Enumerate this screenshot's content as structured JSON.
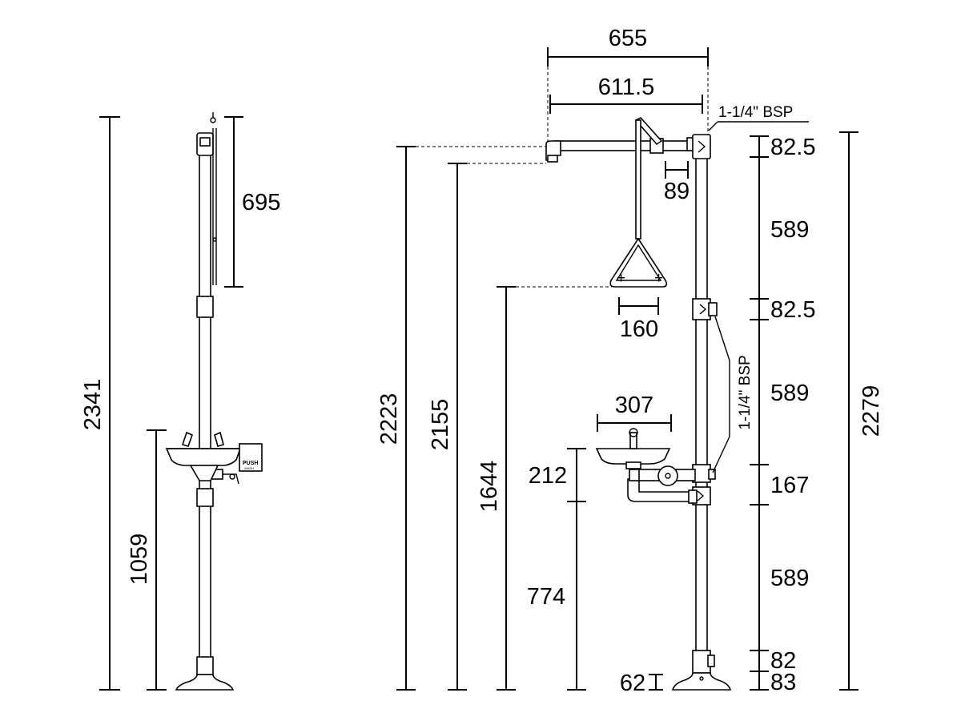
{
  "side_view": {
    "dim_total_height": "2341",
    "dim_pull_rod": "695",
    "dim_basin_height": "1059",
    "push_label": "PUSH",
    "push_sub": "WASH"
  },
  "front_view": {
    "dim_arm_outer": "655",
    "dim_arm_inner": "611.5",
    "inlet_top_label": "1-1/4\" BSP",
    "inlet_side_label": "1-1/4\" BSP",
    "dim_89": "89",
    "dim_160": "160",
    "dim_307": "307",
    "dim_2223": "2223",
    "dim_2155": "2155",
    "dim_1644": "1644",
    "dim_212": "212",
    "dim_774": "774",
    "dim_62": "62",
    "segments": [
      "82.5",
      "589",
      "82.5",
      "589",
      "167",
      "589",
      "82",
      "83"
    ],
    "dim_2279": "2279"
  }
}
